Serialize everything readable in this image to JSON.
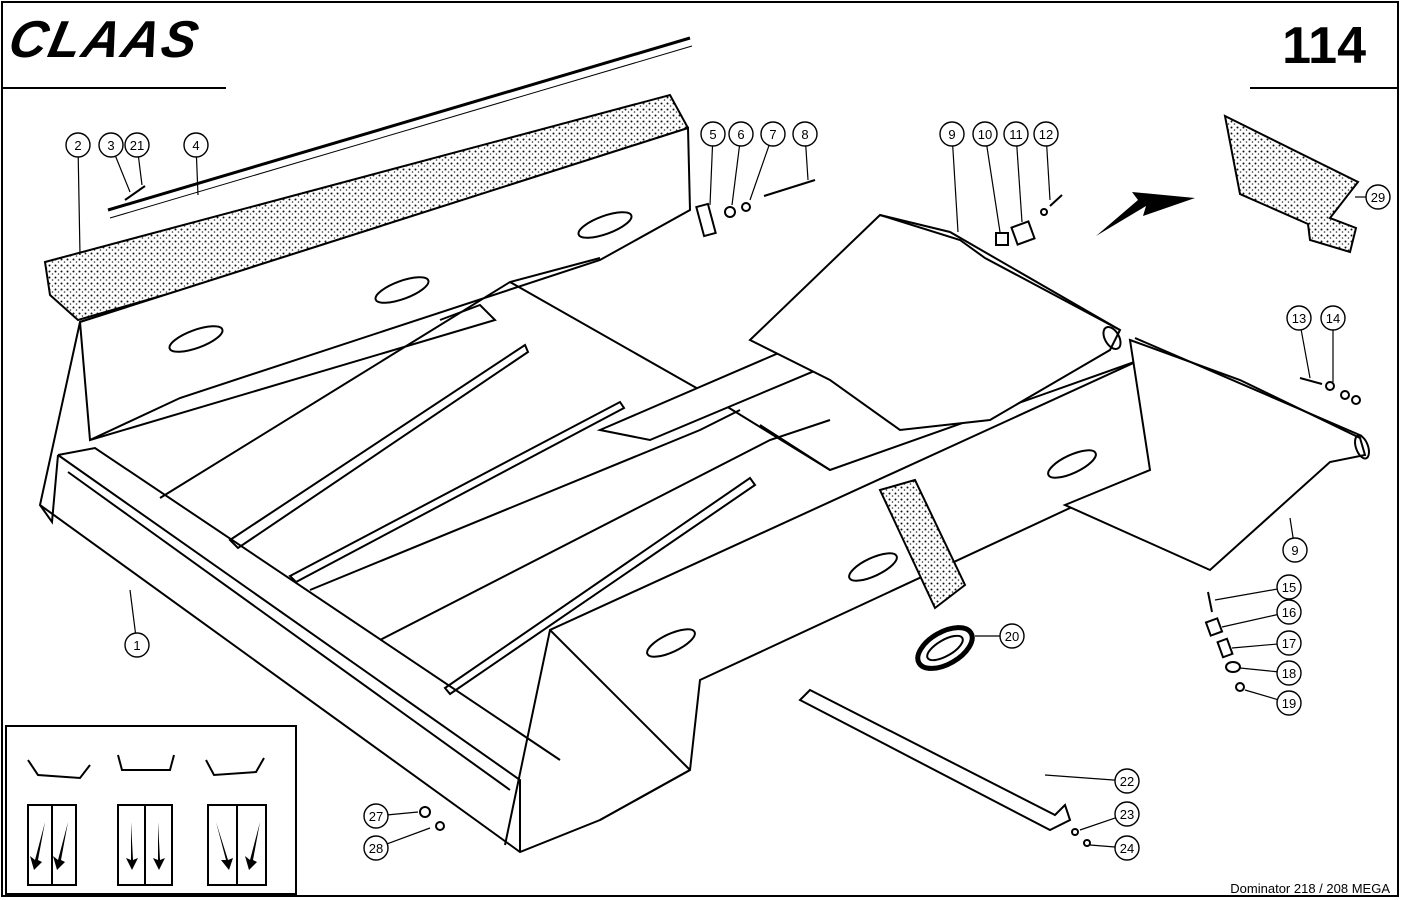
{
  "header": {
    "brand": "CLAAS",
    "page_number": "114"
  },
  "footer": {
    "model": "Dominator 218 / 208 MEGA"
  },
  "callouts": [
    {
      "id": "c1",
      "label": "1"
    },
    {
      "id": "c2",
      "label": "2"
    },
    {
      "id": "c3",
      "label": "3"
    },
    {
      "id": "c21",
      "label": "21"
    },
    {
      "id": "c4",
      "label": "4"
    },
    {
      "id": "c5",
      "label": "5"
    },
    {
      "id": "c6",
      "label": "6"
    },
    {
      "id": "c7",
      "label": "7"
    },
    {
      "id": "c8",
      "label": "8"
    },
    {
      "id": "c9a",
      "label": "9"
    },
    {
      "id": "c10",
      "label": "10"
    },
    {
      "id": "c11",
      "label": "11"
    },
    {
      "id": "c12",
      "label": "12"
    },
    {
      "id": "c29",
      "label": "29"
    },
    {
      "id": "c13",
      "label": "13"
    },
    {
      "id": "c14",
      "label": "14"
    },
    {
      "id": "c9b",
      "label": "9"
    },
    {
      "id": "c15",
      "label": "15"
    },
    {
      "id": "c16",
      "label": "16"
    },
    {
      "id": "c17",
      "label": "17"
    },
    {
      "id": "c18",
      "label": "18"
    },
    {
      "id": "c19",
      "label": "19"
    },
    {
      "id": "c20",
      "label": "20"
    },
    {
      "id": "c22",
      "label": "22"
    },
    {
      "id": "c23",
      "label": "23"
    },
    {
      "id": "c24",
      "label": "24"
    },
    {
      "id": "c27",
      "label": "27"
    },
    {
      "id": "c28",
      "label": "28"
    }
  ]
}
